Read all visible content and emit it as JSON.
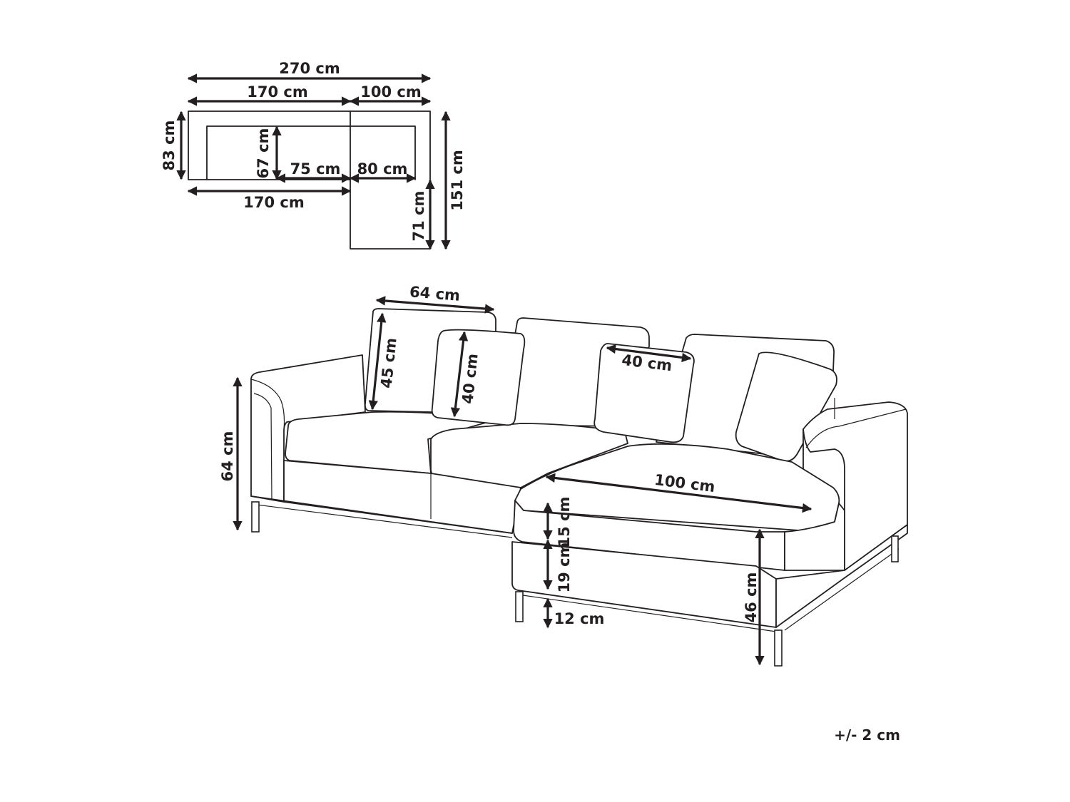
{
  "plan": {
    "total_width": "270 cm",
    "main_width_top": "170 cm",
    "chaise_width_top": "100 cm",
    "main_depth": "83 cm",
    "seat_depth": "67 cm",
    "seat_width_left": "75 cm",
    "seat_width_right": "80 cm",
    "main_width_bottom": "170 cm",
    "chaise_extension": "71 cm",
    "chaise_depth": "151 cm"
  },
  "sofa": {
    "back_cushion_width": "64 cm",
    "back_cushion_height": "45 cm",
    "pillow_height": "40 cm",
    "pillow_width": "40 cm",
    "total_height": "64 cm",
    "chaise_width": "100 cm",
    "cushion_thickness": "15 cm",
    "base_height": "19 cm",
    "leg_height": "12 cm",
    "seat_height": "46 cm"
  },
  "tolerance": "+/- 2 cm",
  "colors": {
    "line": "#231f20",
    "background": "#ffffff"
  }
}
